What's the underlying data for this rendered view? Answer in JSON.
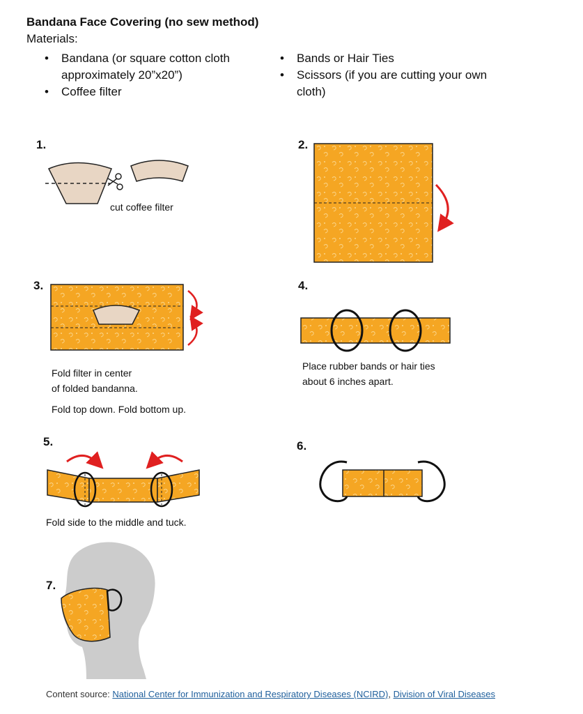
{
  "header": {
    "title": "Bandana Face Covering (no sew method)",
    "materials_label": "Materials:"
  },
  "materials": {
    "left": [
      "Bandana (or square cotton cloth approximately 20”x20”)",
      "Coffee filter"
    ],
    "right": [
      "Bands or Hair Ties",
      "Scissors (if you are cutting your own cloth)"
    ]
  },
  "steps": {
    "s1": {
      "num": "1.",
      "caption": "cut coffee filter"
    },
    "s2": {
      "num": "2."
    },
    "s3": {
      "num": "3.",
      "caption_line1": "Fold filter in center",
      "caption_line2": "of folded bandanna.",
      "caption_line3": "Fold top down. Fold bottom up."
    },
    "s4": {
      "num": "4.",
      "caption_line1": "Place rubber bands or hair ties",
      "caption_line2": "about 6 inches apart."
    },
    "s5": {
      "num": "5.",
      "caption": "Fold side to the middle and tuck."
    },
    "s6": {
      "num": "6."
    },
    "s7": {
      "num": "7."
    }
  },
  "footer": {
    "prefix": "Content source: ",
    "link1": "National Center for Immunization and Respiratory Diseases (NCIRD)",
    "separator": ", ",
    "link2": "Division of Viral Diseases"
  },
  "colors": {
    "fabric": "#f5a623",
    "filter": "#e8d6c4",
    "arrow": "#e02020",
    "silhouette": "#cccccc"
  },
  "icons": {
    "scissors": "scissors-icon",
    "arrow": "curved-arrow-icon"
  }
}
